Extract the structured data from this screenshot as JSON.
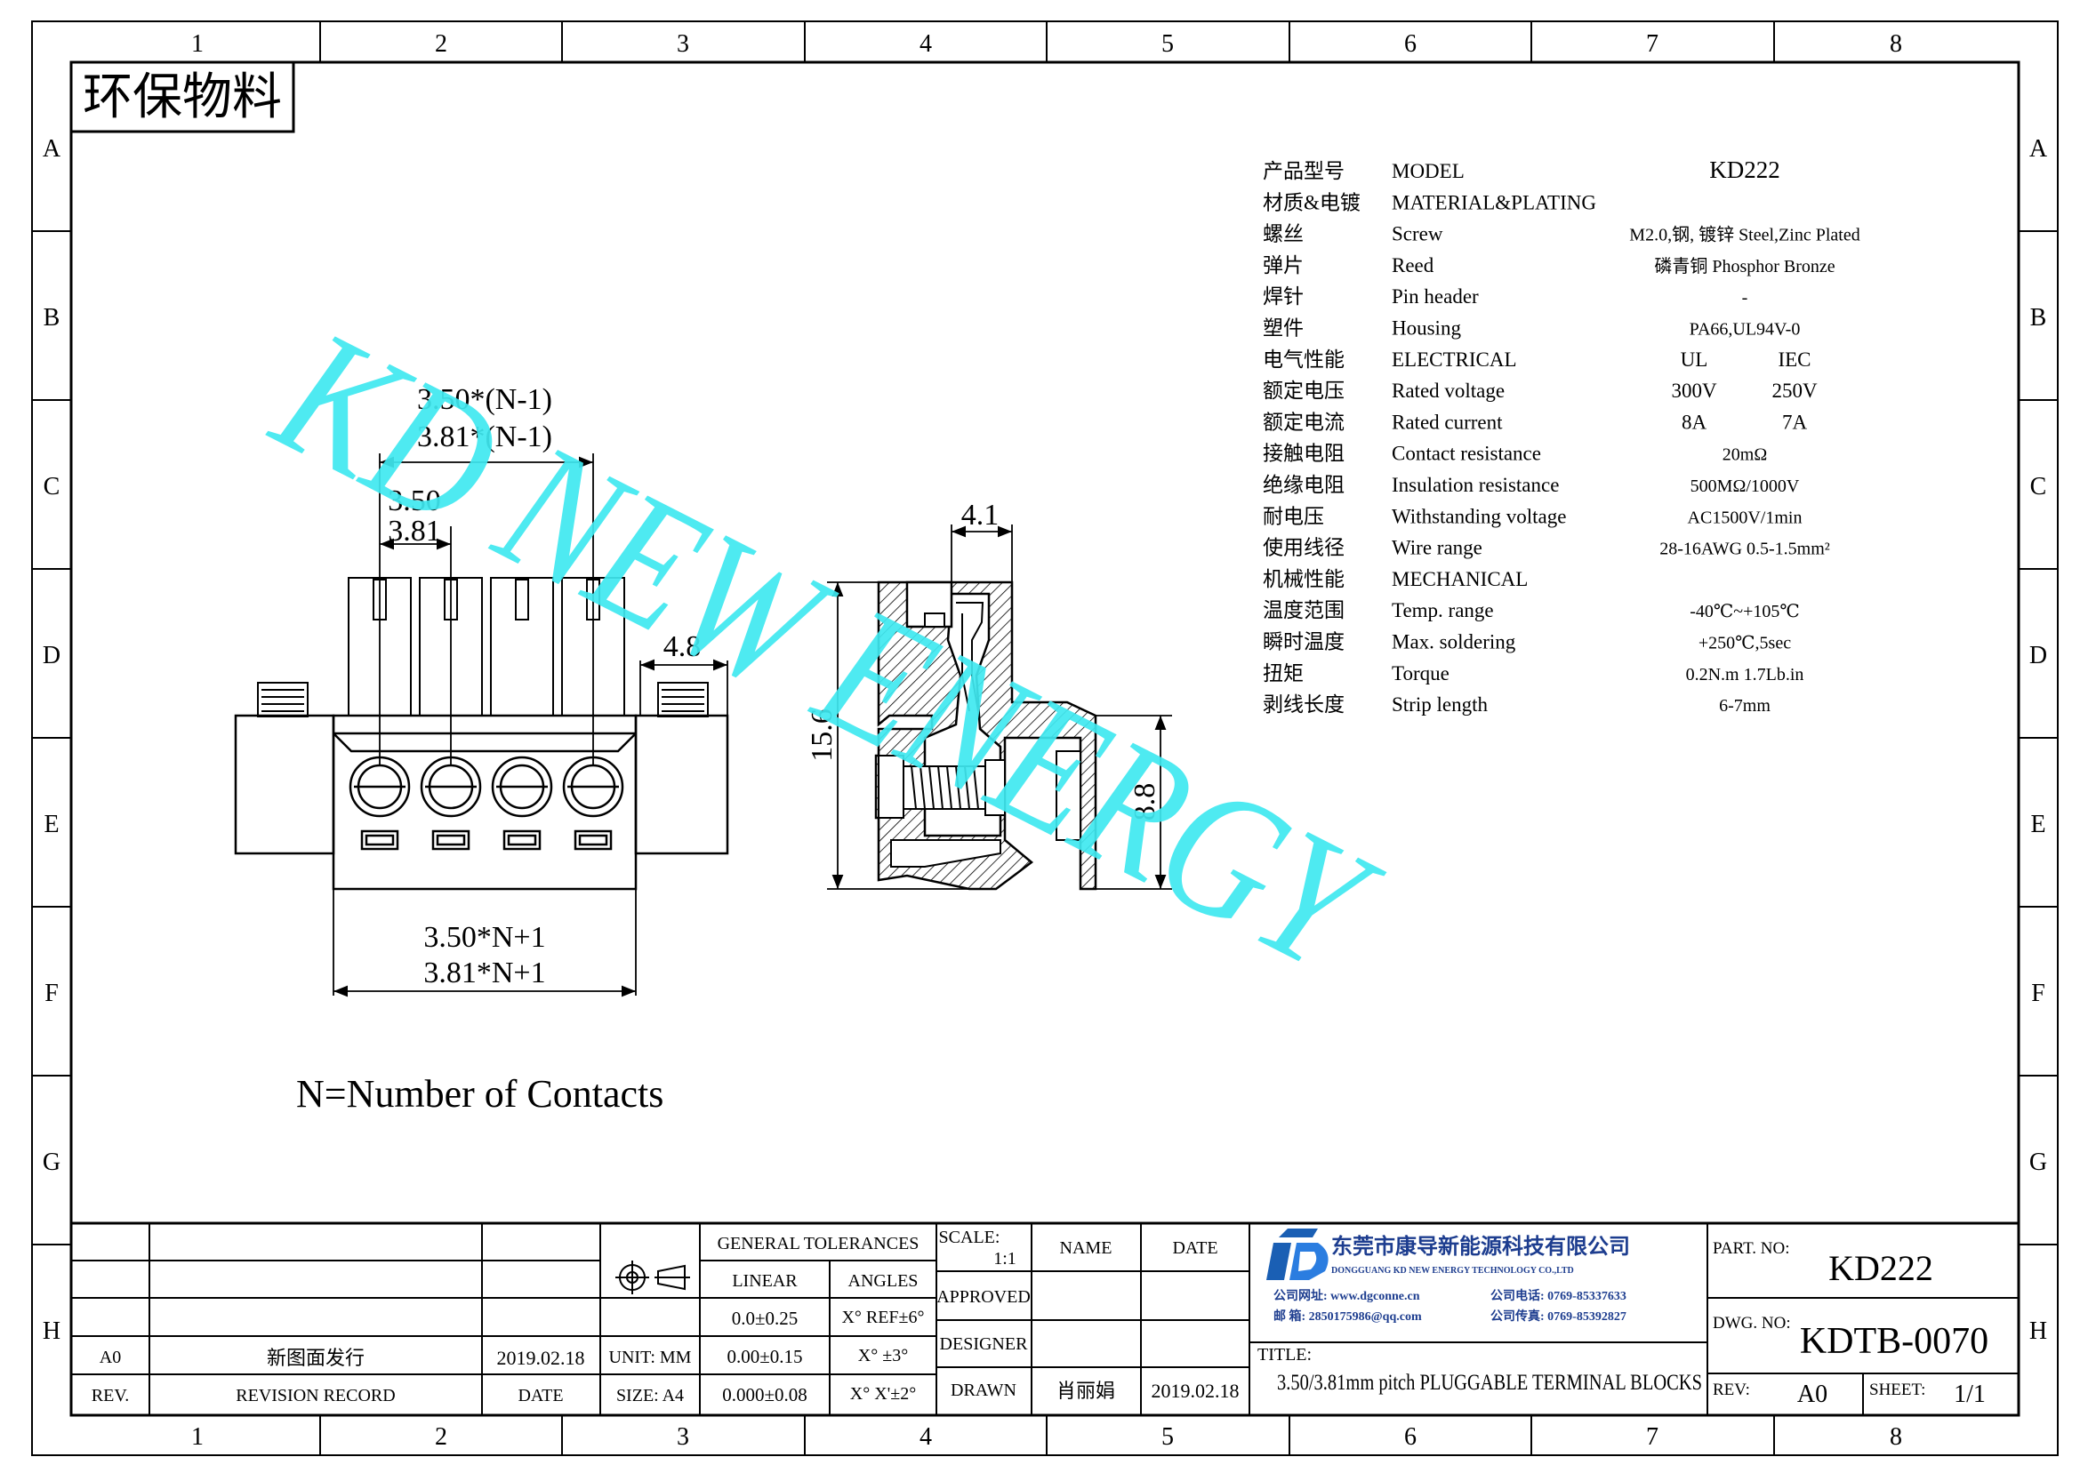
{
  "grid": {
    "columns": [
      "1",
      "2",
      "3",
      "4",
      "5",
      "6",
      "7",
      "8"
    ],
    "rows": [
      "A",
      "B",
      "C",
      "D",
      "E",
      "F",
      "G",
      "H"
    ]
  },
  "eco_label": "环保物料",
  "watermark": "KD NEW ENERGY",
  "notes": {
    "n_def": "N=Number of Contacts"
  },
  "dims": {
    "pitch_total_350": "3.50*(N-1)",
    "pitch_total_381": "3.81*(N-1)",
    "pitch_350": "3.50",
    "pitch_381": "3.81",
    "flange": "4.8",
    "width_350": "3.50*N+1",
    "width_381": "3.81*N+1",
    "side_top": "4.1",
    "side_height": "15.6",
    "side_lower": "8.8"
  },
  "specs": [
    {
      "cn": "产品型号",
      "en": "MODEL",
      "val": "KD222"
    },
    {
      "cn": "材质&电镀",
      "en": "MATERIAL&PLATING",
      "val": ""
    },
    {
      "cn": "螺丝",
      "en": "Screw",
      "val": "M2.0,钢, 镀锌 Steel,Zinc Plated"
    },
    {
      "cn": "弹片",
      "en": "Reed",
      "val": "磷青铜 Phosphor Bronze"
    },
    {
      "cn": "焊针",
      "en": "Pin header",
      "val": "-"
    },
    {
      "cn": "塑件",
      "en": "Housing",
      "val": "PA66,UL94V-0"
    },
    {
      "cn": "电气性能",
      "en": "ELECTRICAL",
      "val_ul": "UL",
      "val_iec": "IEC"
    },
    {
      "cn": "额定电压",
      "en": "Rated voltage",
      "val_ul": "300V",
      "val_iec": "250V"
    },
    {
      "cn": "额定电流",
      "en": "Rated current",
      "val_ul": "8A",
      "val_iec": "7A"
    },
    {
      "cn": "接触电阻",
      "en": "Contact resistance",
      "val": "20mΩ"
    },
    {
      "cn": "绝缘电阻",
      "en": "Insulation resistance",
      "val": "500MΩ/1000V"
    },
    {
      "cn": "耐电压",
      "en": "Withstanding voltage",
      "val": "AC1500V/1min"
    },
    {
      "cn": "使用线径",
      "en": "Wire range",
      "val": "28-16AWG 0.5-1.5mm²"
    },
    {
      "cn": "机械性能",
      "en": "MECHANICAL",
      "val": ""
    },
    {
      "cn": "温度范围",
      "en": "Temp. range",
      "val": "-40℃~+105℃"
    },
    {
      "cn": "瞬时温度",
      "en": "Max. soldering",
      "val": "+250℃,5sec"
    },
    {
      "cn": "扭矩",
      "en": "Torque",
      "val": "0.2N.m 1.7Lb.in"
    },
    {
      "cn": "剥线长度",
      "en": "Strip length",
      "val": "6-7mm"
    }
  ],
  "title_block": {
    "revision": {
      "rev": "A0",
      "record": "新图面发行",
      "date": "2019.02.18",
      "h_rev": "REV.",
      "h_record": "REVISION RECORD",
      "h_date": "DATE"
    },
    "unit": "UNIT: MM",
    "size": "SIZE: A4",
    "tolerances": {
      "header": "GENERAL TOLERANCES",
      "linear": "LINEAR",
      "angles": "ANGLES",
      "l1": "0.0±0.25",
      "l2": "0.00±0.15",
      "l3": "0.000±0.08",
      "a1": "X° REF±6°",
      "a2": "X° ±3°",
      "a3": "X° X'±2°"
    },
    "scale_label": "SCALE:",
    "scale": "1:1",
    "name_h": "NAME",
    "date_h": "DATE",
    "approved": "APPROVED",
    "designer": "DESIGNER",
    "drawn": "DRAWN",
    "drawn_name": "肖丽娟",
    "drawn_date": "2019.02.18",
    "company_cn": "东莞市康导新能源科技有限公司",
    "company_en": "DONGGUANG KD NEW ENERGY TECHNOLOGY CO.,LTD",
    "website": "公司网址: www.dgconne.cn",
    "phone": "公司电话: 0769-85337633",
    "email": "邮 箱: 2850175986@qq.com",
    "fax": "公司传真: 0769-85392827",
    "title_label": "TITLE:",
    "title": "3.50/3.81mm pitch PLUGGABLE TERMINAL BLOCKS",
    "part_no_label": "PART. NO:",
    "part_no": "KD222",
    "dwg_no_label": "DWG. NO:",
    "dwg_no": "KDTB-0070",
    "rev_label": "REV:",
    "rev": "A0",
    "sheet_label": "SHEET:",
    "sheet": "1/1"
  },
  "colors": {
    "watermark": "#3fe8f0",
    "logo_blue": "#1a5fb4",
    "logo_text": "#1d3d8f"
  }
}
